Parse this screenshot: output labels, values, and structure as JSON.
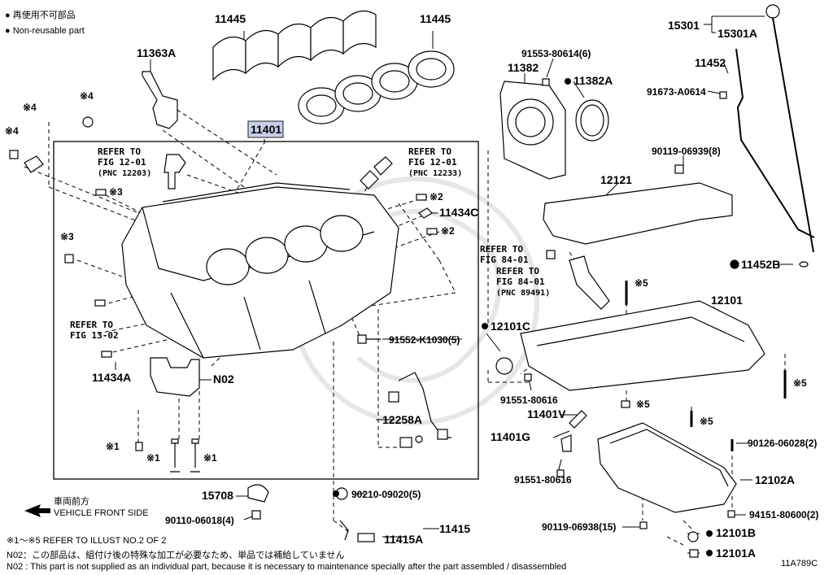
{
  "legend": {
    "row1": "● 再使用不可部品",
    "row2": "● Non-reusable part"
  },
  "parts": {
    "p11445a": "11445",
    "p11445b": "11445",
    "p11363A": "11363A",
    "p11401": "11401",
    "p15301": "15301",
    "p15301A": "15301A",
    "p11452": "11452",
    "p91673": "91673-A0614",
    "p91553": "91553-80614(6)",
    "p11382": "11382",
    "p11382A": "11382A",
    "p90119_8": "90119-06939(8)",
    "p12121": "12121",
    "p11452B": "11452B",
    "p11434C": "11434C",
    "p12101": "12101",
    "p12101C": "12101C",
    "p91552": "91552-K1030(5)",
    "p91551a": "91551-80616",
    "p11401V": "11401V",
    "p11401G": "11401G",
    "p91551b": "91551-80616",
    "p90126": "90126-06028(2)",
    "p12102A": "12102A",
    "p94151": "94151-80600(2)",
    "p90119_15": "90119-06938(15)",
    "p12101B": "12101B",
    "p12101A": "12101A",
    "p12258A": "12258A",
    "p90210": "90210-09020(5)",
    "p11415": "11415",
    "p11415A": "11415A",
    "p15708": "15708",
    "p90110": "90110-06018(4)",
    "p11434A": "11434A",
    "pN02": "N02"
  },
  "marks": {
    "x1": "※1",
    "x2": "※2",
    "x3": "※3",
    "x4": "※4",
    "x5": "※5"
  },
  "refs": {
    "r1a": "REFER TO",
    "r1b": "FIG 12-01",
    "r1c": "(PNC 12203)",
    "r2a": "REFER TO",
    "r2b": "FIG 12-01",
    "r2c": "(PNC 12233)",
    "r3a": "REFER TO",
    "r3b": "FIG 13-02",
    "r4a": "REFER TO",
    "r4b": "FIG 84-01",
    "r5a": "REFER TO",
    "r5b": "FIG 84-01",
    "r5c": "(PNC 89491)"
  },
  "front": {
    "jp": "車両前方",
    "en": "VEHICLE FRONT SIDE"
  },
  "notes": {
    "n1": "※1～※5 REFER TO ILLUST NO.2 OF 2",
    "n2": "N02：この部品は、組付け後の特殊な加工が必要なため、単品では補給していません",
    "n3": "N02 : This part is not supplied as an individual part, because it is necessary to maintenance specially after the part assembled / disassembled"
  },
  "figure_id": "11A789C"
}
